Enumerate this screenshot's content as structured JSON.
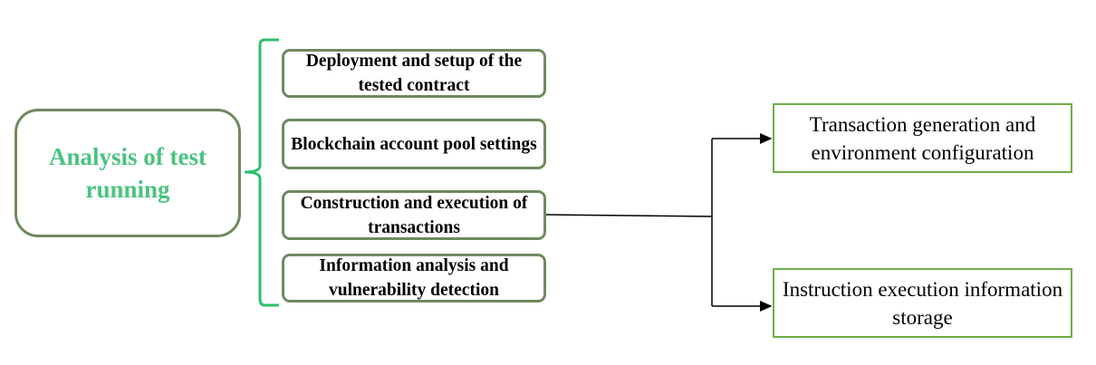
{
  "main_node": {
    "label": "Analysis of test running"
  },
  "steps": [
    {
      "label": "Deployment and setup of the tested contract"
    },
    {
      "label": "Blockchain account pool settings"
    },
    {
      "label": "Construction and execution of transactions"
    },
    {
      "label": "Information analysis and vulnerability detection"
    }
  ],
  "outputs": [
    {
      "label": "Transaction generation and environment configuration"
    },
    {
      "label": "Instruction execution information storage"
    }
  ],
  "colors": {
    "accent": "#4cc37f",
    "box_border": "#6f8a5f",
    "output_border": "#70ad47",
    "bracket": "#2fbf6f"
  }
}
